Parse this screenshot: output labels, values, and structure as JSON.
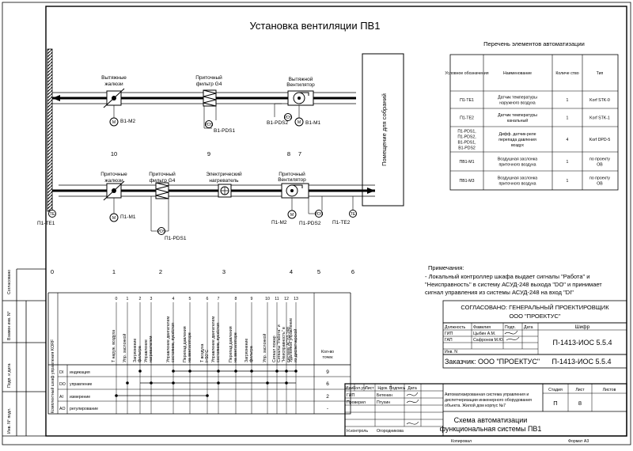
{
  "colors": {
    "ink": "#000000",
    "paper": "#ffffff",
    "frame": "#000000"
  },
  "title": "Установка вентиляции ПВ1",
  "room_label": "Помещение для собраний",
  "upper_duct": {
    "labels": {
      "exhaust_louvers": [
        "Вытяжные",
        "жалюзи"
      ],
      "supply_filter": [
        "Приточный",
        "фильтр G4"
      ],
      "exhaust_fan": [
        "Вытяжной",
        "Вентилятор"
      ]
    },
    "tags": {
      "b1m2": "B1-M2",
      "pds1": "B1-PDS1",
      "pds2": "B1-PDS2",
      "b1m1": "B1-M1",
      "m": "M",
      "pds": "PDS"
    },
    "numbers": [
      "10",
      "9",
      "8",
      "7"
    ]
  },
  "lower_duct": {
    "labels": {
      "supply_louvers": [
        "Приточные",
        "жалюзи"
      ],
      "supply_filter": [
        "Приточный",
        "фильтр G4"
      ],
      "heater": [
        "Электрический",
        "нагреватель"
      ],
      "supply_fan": [
        "Приточный",
        "Вентилятор"
      ]
    },
    "tags": {
      "te1": "П1-TE1",
      "m1": "П1-M1",
      "pds1": "П1-PDS1",
      "m2": "П1-M2",
      "pds2": "П1-PDS2",
      "te2": "П1-TE2",
      "te": "TE",
      "m": "M",
      "pds": "PDS"
    },
    "numbers": [
      "0",
      "1",
      "2",
      "3",
      "4",
      "5",
      "6"
    ]
  },
  "spec": {
    "title": "Перечень элементов автоматизации",
    "headers": [
      "Условное обозначения",
      "Наименование",
      "Количе ство",
      "Тип"
    ],
    "rows": [
      {
        "code": [
          "П1-TE1"
        ],
        "name": [
          "Датчик температуры",
          "наружного воздуха"
        ],
        "qty": "1",
        "type": [
          "Korf STK-0"
        ]
      },
      {
        "code": [
          "П1-TE2"
        ],
        "name": [
          "Датчик температуры",
          "канальный"
        ],
        "qty": "1",
        "type": [
          "Korf STK-1"
        ]
      },
      {
        "code": [
          "П1-PDS1,",
          "П1-PDS2,",
          "B1-PDS1,",
          "B1-PDS2"
        ],
        "name": [
          "Дифф. датчик-реле",
          "перепада давления",
          "воздух"
        ],
        "qty": "4",
        "type": [
          "Korf DPD-5"
        ]
      },
      {
        "code": [
          "ПВ1-M1"
        ],
        "name": [
          "Воздушная заслонка",
          "приточного воздуха"
        ],
        "qty": "1",
        "type": [
          "по проекту",
          "ОВ"
        ]
      },
      {
        "code": [
          "ПВ1-M3"
        ],
        "name": [
          "Воздушная заслонка",
          "приточного воздуха"
        ],
        "qty": "1",
        "type": [
          "по проекту",
          "ОВ"
        ]
      }
    ]
  },
  "notes": {
    "title": "Примечания:",
    "lines": [
      "- Локальный контроллер шкафа выдает сигналы  \"Работа\" и",
      "\"Неисправность\" в систему АСУД-248  выхода \"DO\" и принимает",
      "сигнал управления из системы АСУД-248 на вход \"DI\""
    ]
  },
  "io_table": {
    "cabinet_label": "Комплектный шкаф управления KORF",
    "count_header": [
      "Кол-во",
      "точек"
    ],
    "columns": [
      {
        "num": "0",
        "label": [
          "Т наруж. воздуха"
        ]
      },
      {
        "num": "1",
        "label": [
          "Упр. заслонкой"
        ]
      },
      {
        "num": "2",
        "label": [
          "Загрязнение",
          "фильтра"
        ]
      },
      {
        "num": "3",
        "label": [
          "Управление",
          "нагревателем"
        ]
      },
      {
        "num": "4",
        "label": [
          "Управление двигателем",
          "состояние, пуск/стоп"
        ]
      },
      {
        "num": "5",
        "label": [
          "Перепад давления",
          "на вентиляторе"
        ]
      },
      {
        "num": "6",
        "label": [
          "Т воздуха",
          "t=50°С"
        ]
      },
      {
        "num": "7",
        "label": [
          "Управление двигателем",
          "состояние, пуск/стоп"
        ]
      },
      {
        "num": "8",
        "label": [
          "Перепад давления",
          "на вентиляторе"
        ]
      },
      {
        "num": "9",
        "label": [
          "Загрязнение",
          "фильтра"
        ]
      },
      {
        "num": "10",
        "label": [
          "Упр. заслонкой"
        ]
      },
      {
        "num": "11",
        "label": [
          "Сигнал пожар"
        ]
      },
      {
        "num": "12",
        "label": [
          "Сигналы \"Работа\" и",
          "\"Неисправность\" в",
          "систему АСУД-248"
        ]
      },
      {
        "num": "13",
        "label": [
          "Удаленное управление",
          "из диспетчерской"
        ]
      }
    ],
    "rows": [
      {
        "code": "DI",
        "name": "индикация",
        "count": "9"
      },
      {
        "code": "DO",
        "name": "управление",
        "count": "6"
      },
      {
        "code": "AI",
        "name": "измерение",
        "count": "2"
      },
      {
        "code": "AO",
        "name": "регулирование",
        "count": "-"
      }
    ]
  },
  "stamp": {
    "approved": [
      "СОГЛАСОВАНО:  ГЕНЕРАЛЬНЫЙ ПРОЕКТИРОВЩИК",
      "ООО \"ПРОЕКТУС\""
    ],
    "small_headers": {
      "role": "Должность",
      "surname": "Фамилия",
      "sign": "Подп.",
      "date": "Дата"
    },
    "cipher_label": "Шифр",
    "gip": {
      "role": "ГИП",
      "name": "Цыбин А.М."
    },
    "gap": {
      "role": "ГАП",
      "name": "Сафронов М.Ю."
    },
    "inv": "Инв. N",
    "code": "П-1413-ИОС 5.5.4",
    "customer": "Заказчик: ООО \"ПРОЕКТУС\"",
    "code2": "П-1413-ИОС 5.5.4",
    "change_headers": [
      "Изм.",
      "Кол.уч",
      "Лист",
      "Ндок.",
      "Подпись",
      "Дата"
    ],
    "people": [
      {
        "role": "ГИП",
        "name": "Бетенин"
      },
      {
        "role": "Проверил",
        "name": "Птухин"
      },
      {
        "role": "",
        "name": ""
      },
      {
        "role": "",
        "name": ""
      },
      {
        "role": "Н.контроль",
        "name": "Огородникова"
      }
    ],
    "description": [
      "Автоматизированная система управления и",
      "диспетчеризации инженерного оборудования",
      "объекта. Жилой дом корпус №7"
    ],
    "stage_headers": [
      "Стадия",
      "Лист",
      "Листов"
    ],
    "stage": "П",
    "sheet": "8",
    "sheets": "",
    "drawing_title": [
      "Схема автоматизации",
      "функциональная системы ПВ1"
    ],
    "copied": "Копировал",
    "format": "Формат А3"
  },
  "side_stamp": {
    "agreed": "Согласовано",
    "cells": [
      "Взамен инв. N°",
      "Подп. и дата",
      "Инв. N° подл."
    ]
  }
}
